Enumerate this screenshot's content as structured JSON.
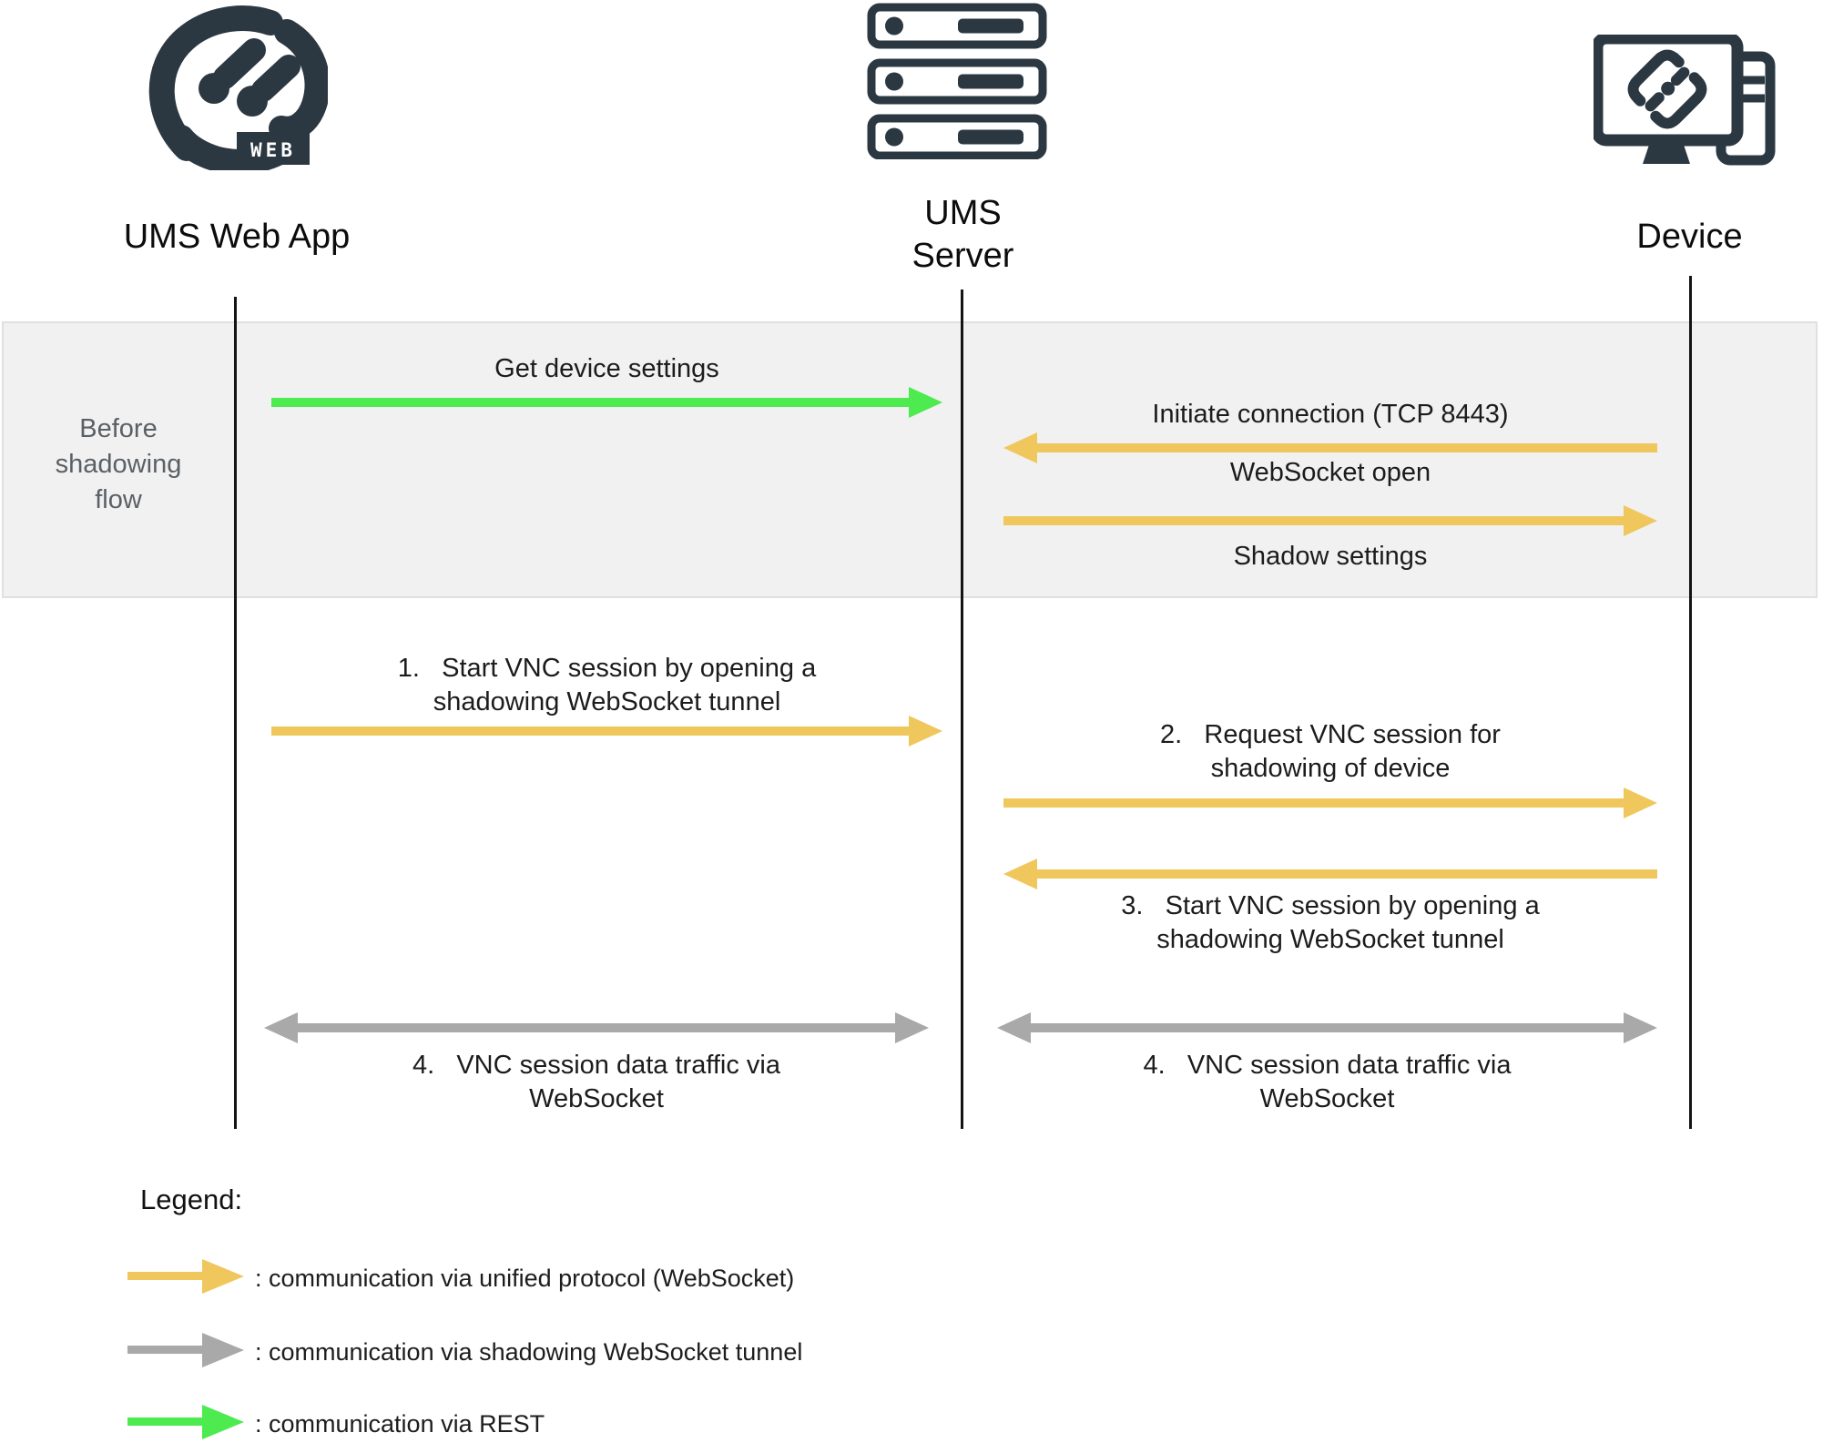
{
  "diagram": {
    "actors": {
      "web_app": {
        "label": "UMS Web App",
        "badge": "WEB"
      },
      "server": {
        "label": "UMS Server"
      },
      "device": {
        "label": "Device"
      }
    },
    "phase_band": {
      "label": "Before\nshadowing\nflow"
    },
    "messages": {
      "get_device_settings": "Get device settings",
      "initiate_connection": "Initiate connection (TCP 8443)",
      "websocket_open": "WebSocket open",
      "shadow_settings": "Shadow settings",
      "step1": "1.   Start VNC session by opening a\nshadowing WebSocket tunnel",
      "step2": "2.   Request VNC session for\nshadowing of device",
      "step3": "3.   Start VNC session by opening a\nshadowing WebSocket tunnel",
      "step4_left": "4.   VNC session data traffic via\nWebSocket",
      "step4_right": "4.   VNC session data traffic via\nWebSocket"
    },
    "legend": {
      "title": "Legend:",
      "items": [
        {
          "name": "unified-protocol",
          "color": "#F0C75D",
          "label": ": communication via unified protocol (WebSocket)"
        },
        {
          "name": "shadowing-tunnel",
          "color": "#A9A9A9",
          "label": ": communication via shadowing WebSocket tunnel"
        },
        {
          "name": "rest",
          "color": "#4DEA50",
          "label": ": communication via REST"
        }
      ]
    },
    "colors": {
      "unified_protocol": "#F0C75D",
      "shadowing_tunnel": "#A9A9A9",
      "rest": "#4DEA50",
      "icon_dark": "#2B3842",
      "band_background": "#F1F1F1",
      "band_text": "#5B6064"
    }
  }
}
